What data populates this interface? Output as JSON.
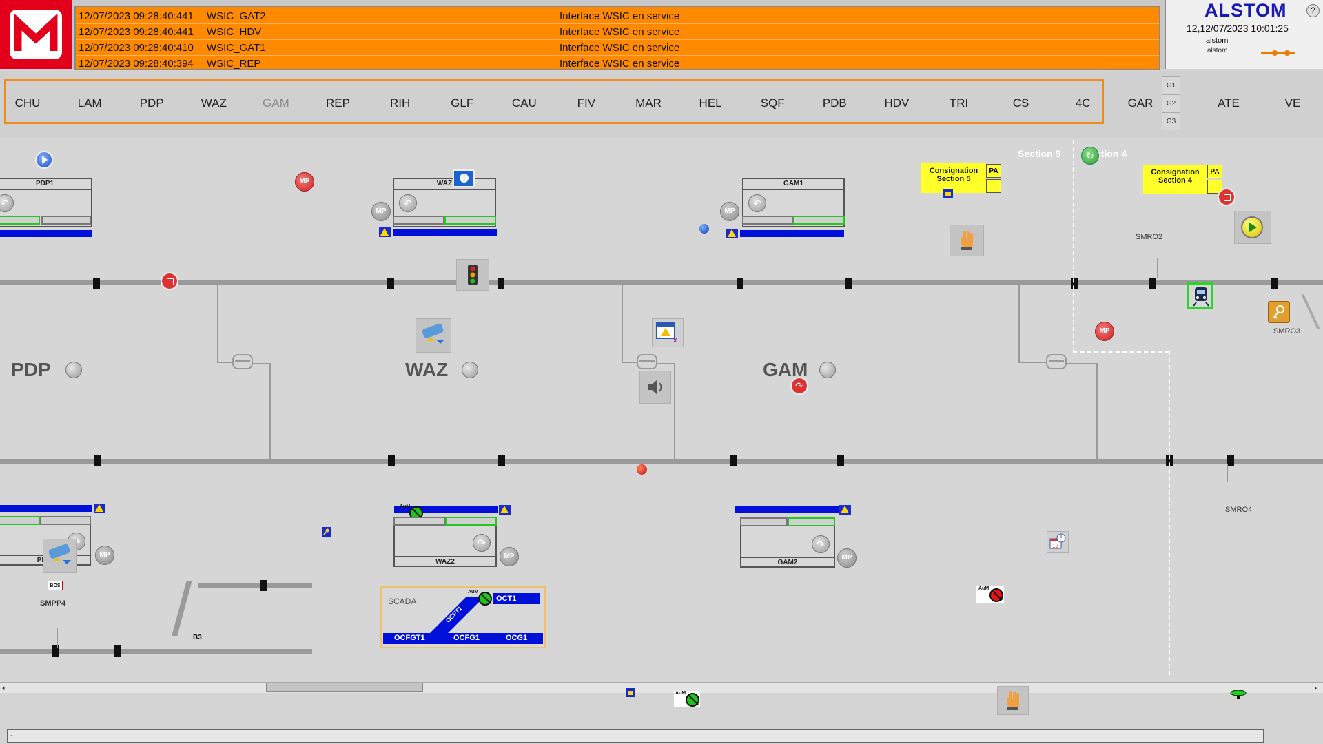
{
  "header": {
    "logo_letter": "M",
    "alarms": [
      {
        "time": "12/07/2023 09:28:40:441",
        "source": "WSIC_GAT2",
        "message": "Interface WSIC en service"
      },
      {
        "time": "12/07/2023 09:28:40:441",
        "source": "WSIC_HDV",
        "message": "Interface WSIC en service"
      },
      {
        "time": "12/07/2023 09:28:40:410",
        "source": "WSIC_GAT1",
        "message": "Interface WSIC en service"
      },
      {
        "time": "12/07/2023 09:28:40:394",
        "source": "WSIC_REP",
        "message": "Interface WSIC en service"
      }
    ],
    "brand": "ALSTOM",
    "help": "?",
    "datetime": "12,12/07/2023 10:01:25",
    "user": "alstom",
    "user_sub": "alstom"
  },
  "stations": {
    "main": [
      "CHU",
      "LAM",
      "PDP",
      "WAZ",
      "GAM",
      "REP",
      "RIH",
      "GLF",
      "CAU",
      "FIV",
      "MAR",
      "HEL",
      "SQF",
      "PDB",
      "HDV",
      "TRI",
      "CS",
      "4C"
    ],
    "dimmed": "GAM",
    "garage": "GAR",
    "groups": [
      "G1",
      "G2",
      "G3"
    ],
    "ate": "ATE",
    "ve": "VE"
  },
  "synoptic": {
    "stations": [
      "PDP",
      "WAZ",
      "GAM"
    ],
    "platforms": {
      "pdp1": "PDP1",
      "waz1": "WAZ",
      "gam1": "GAM1",
      "pdp2": "PDP",
      "waz2": "WAZ2",
      "gam2": "GAM2"
    },
    "mp": "MP",
    "sections": {
      "s5": "Section 5",
      "s4": "ction 4"
    },
    "consignation5": {
      "line1": "Consignation",
      "line2": "Section 5",
      "pa": "PA"
    },
    "consignation4": {
      "line1": "Consignation",
      "line2": "Section 4",
      "pa": "PA"
    },
    "labels": {
      "smro2": "SMRO2",
      "smro3": "SMRO3",
      "smro4": "SMRO4",
      "smpp4": "SMPP4",
      "b3": "B3",
      "bos": "BOS",
      "aum": "AuM"
    },
    "scada": {
      "title": "SCADA",
      "oct1": "OCT1",
      "ocft1": "OCFT1",
      "ocfgt1": "OCFGT1",
      "ocfg1": "OCFG1",
      "ocg1": "OCG1"
    }
  },
  "statusbar": {
    "text": "-"
  },
  "colors": {
    "brand_red": "#e2001a",
    "alarm_orange": "#ff8a00",
    "station_frame": "#f08c1e",
    "track_grey": "#9a9a9a",
    "platform_blue": "#0010d8",
    "consign_yellow": "#ffff2a"
  }
}
